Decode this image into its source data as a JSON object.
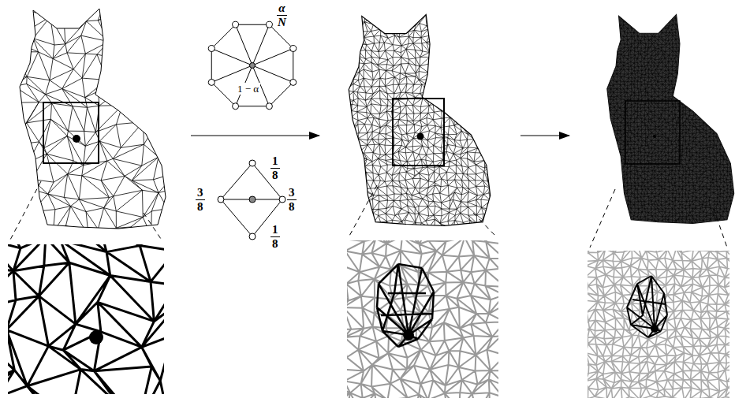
{
  "diagram": {
    "labels": [
      "α",
      "N",
      "1 − α",
      "1",
      "8",
      "3",
      "8",
      "3",
      "8",
      "1",
      "8"
    ]
  }
}
